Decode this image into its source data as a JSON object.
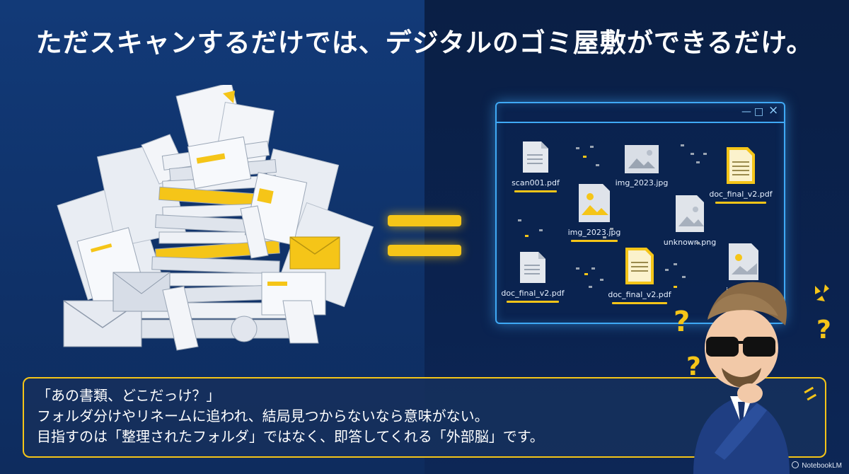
{
  "headline": "ただスキャンするだけでは、デジタルのゴミ屋敷ができるだけ。",
  "files": [
    {
      "name": "scan001.pdf",
      "type": "doc-gray-icon"
    },
    {
      "name": "img_2023.jpg",
      "type": "image-icon"
    },
    {
      "name": "doc_final_v2.pdf",
      "type": "doc-yellow-icon"
    },
    {
      "name": "img_2023.jpg",
      "type": "image-yellow-icon"
    },
    {
      "name": "unknown.png",
      "type": "image-icon"
    },
    {
      "name": "doc_final_v2.pdf",
      "type": "doc-gray-icon"
    },
    {
      "name": "doc_final_v2.pdf",
      "type": "doc-yellow-icon"
    },
    {
      "name": "i",
      "type": "image-yellow-icon"
    }
  ],
  "window_controls": {
    "minimize": "—",
    "maximize": "□",
    "close": "×"
  },
  "caption": {
    "line1": "「あの書類、どこだっけ？」",
    "line2": "フォルダ分けやリネームに追われ、結局見つからないなら意味がない。",
    "line3": "目指すのは「整理されたフォルダ」ではなく、即答してくれる「外部脳」です。"
  },
  "watermark": "NotebookLM",
  "colors": {
    "accent": "#f5c518",
    "window_border": "#3fa9f5",
    "bg_left": "#123a78",
    "bg_right": "#0a1f45"
  }
}
